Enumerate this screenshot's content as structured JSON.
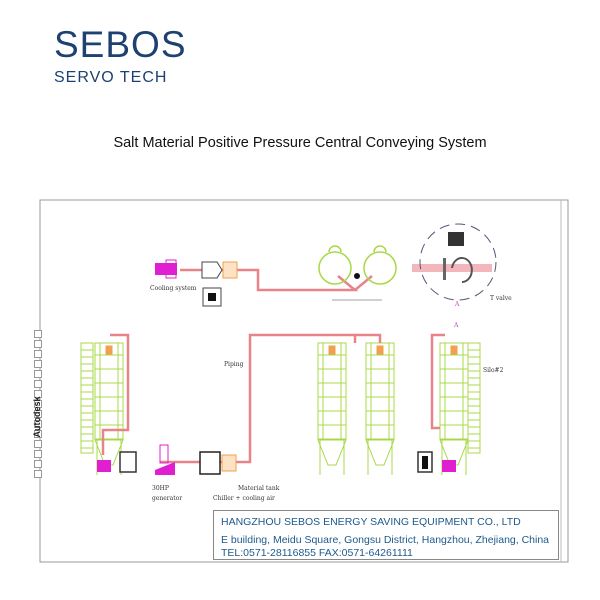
{
  "logo": {
    "brand": "SEBOS",
    "tagline": "SERVO TECH"
  },
  "title": "Salt Material Positive Pressure Central Conveying System",
  "sidebar": {
    "label": "Autodesk"
  },
  "diagram": {
    "labels": {
      "cooling_system": "Cooling system",
      "t_valve": "T valve",
      "piping": "Piping",
      "silo": "Silo#2",
      "generator_line1": "30HP",
      "generator_line2": "generator",
      "material_tank": "Material tank",
      "chiller": "Chiller + cooling air",
      "detail_marker": "A",
      "detail_marker2": "A"
    },
    "colors": {
      "silo": "#a8d848",
      "pipe": "#e8838a",
      "blower": "#e020d0",
      "tank": "#f0a050",
      "text": "#1d4170"
    }
  },
  "footer": {
    "company": "HANGZHOU SEBOS ENERGY SAVING EQUIPMENT CO., LTD",
    "address": "E building, Meidu Square, Gongsu District, Hangzhou, Zhejiang, China",
    "contact": "TEL:0571-28116855   FAX:0571-64261111"
  }
}
